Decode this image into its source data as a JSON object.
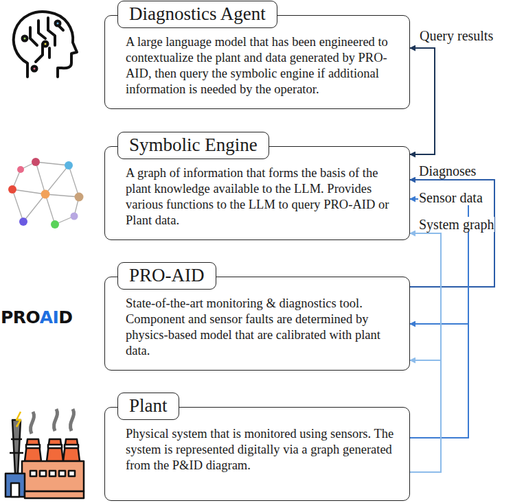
{
  "diagram": {
    "nodes": [
      {
        "text": [
          "Diagnostics Agent",
          "A large language model that has been engineered to contextualize the plant and data generated by PRO-AID,  then query the symbolic engine if additional information is needed by the operator."
        ]
      },
      {
        "text": [
          "Symbolic Engine",
          "A graph of information that forms the basis of the plant knowledge available to the LLM. Provides various functions  to the LLM to query PRO-AID or Plant data."
        ]
      },
      {
        "text": [
          "PRO-AID",
          "State-of-the-art monitoring & diagnostics tool. Component and sensor faults are determined by physics-based model that are calibrated with plant data."
        ]
      },
      {
        "text": [
          "Plant",
          "Physical system that is monitored using sensors. The system is represented digitally via a graph generated from the P&ID diagram."
        ]
      }
    ],
    "edges": [
      {
        "from": 1,
        "to": 0,
        "arrow": "both",
        "label": "Query results"
      },
      {
        "from": 2,
        "to": 1,
        "arrow": "to",
        "label": "Diagnoses"
      },
      {
        "from": 3,
        "to": 1,
        "arrow": "to",
        "label": "Sensor data"
      },
      {
        "from": 3,
        "to": 2,
        "arrow": "to"
      },
      {
        "from": 3,
        "to": 1,
        "arrow": "to",
        "label": "System graph"
      },
      {
        "from": 3,
        "to": 2,
        "arrow": "to"
      }
    ],
    "labels": [
      "PRO",
      "AI",
      "D"
    ]
  }
}
